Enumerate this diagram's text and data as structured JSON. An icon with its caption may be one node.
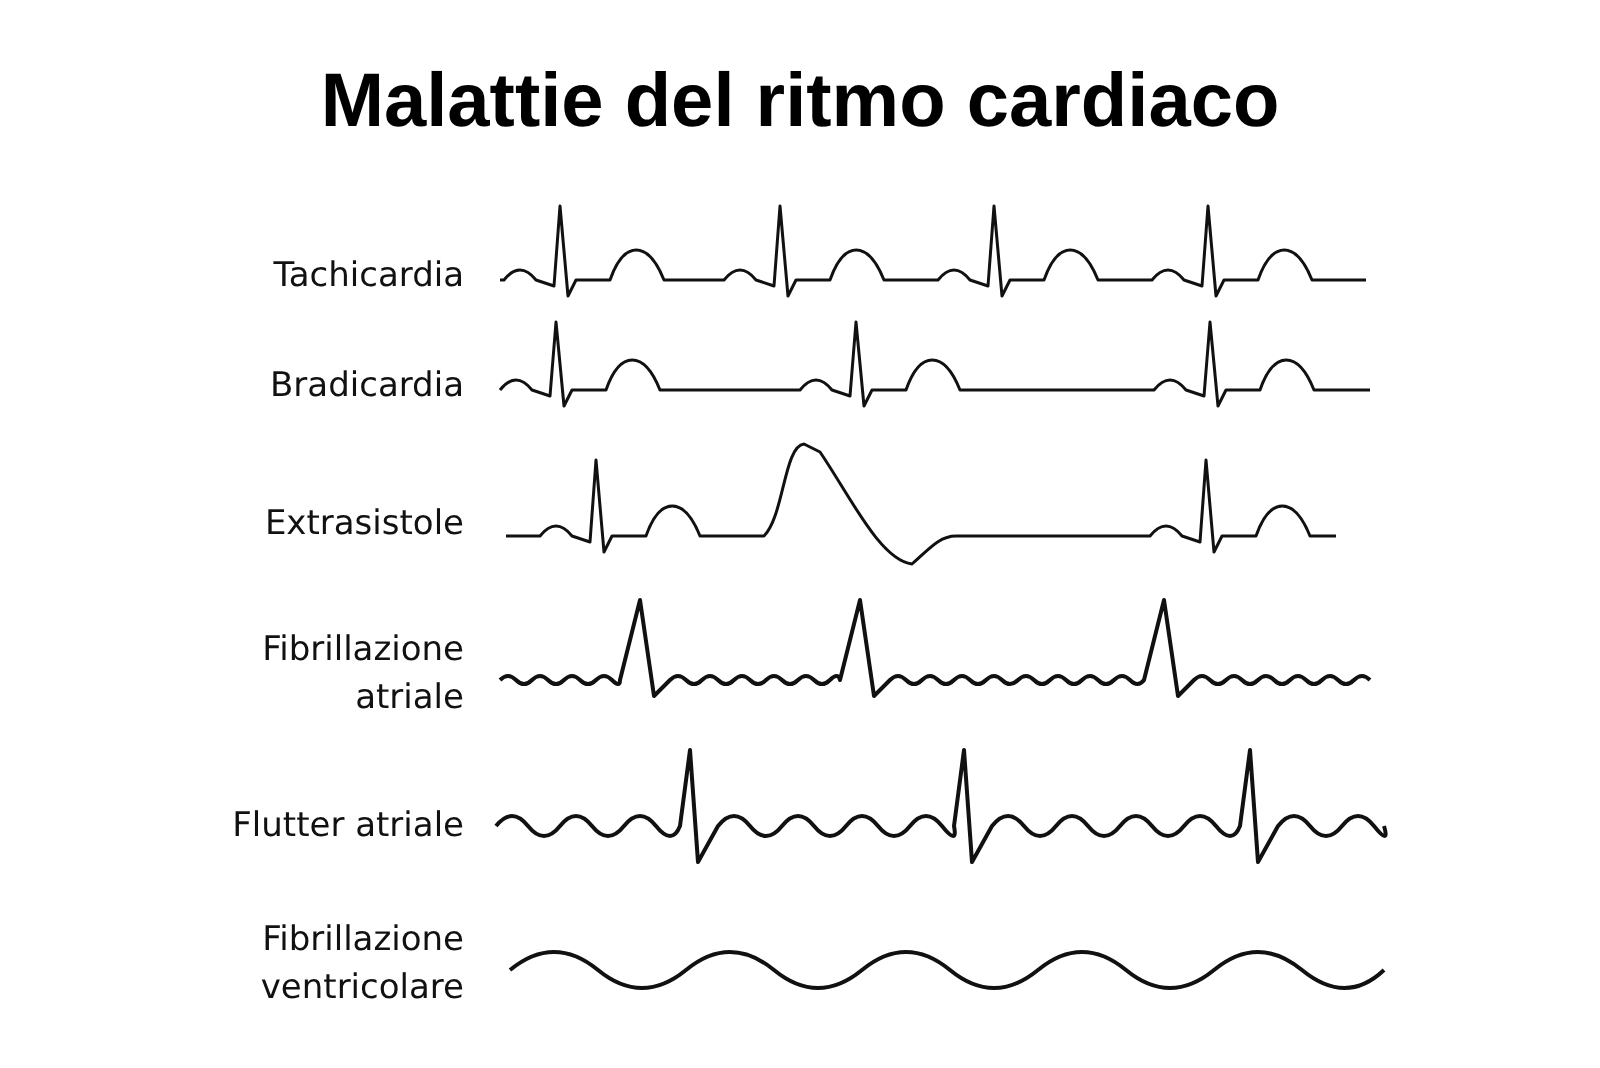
{
  "diagram": {
    "title": "Malattie del ritmo cardiaco",
    "labels": [
      "Tachicardia",
      "Bradicardia",
      "Extrasistole",
      "Fibrillazione atriale",
      "Flutter atriale",
      "Fibrillazione ventricolare"
    ]
  }
}
